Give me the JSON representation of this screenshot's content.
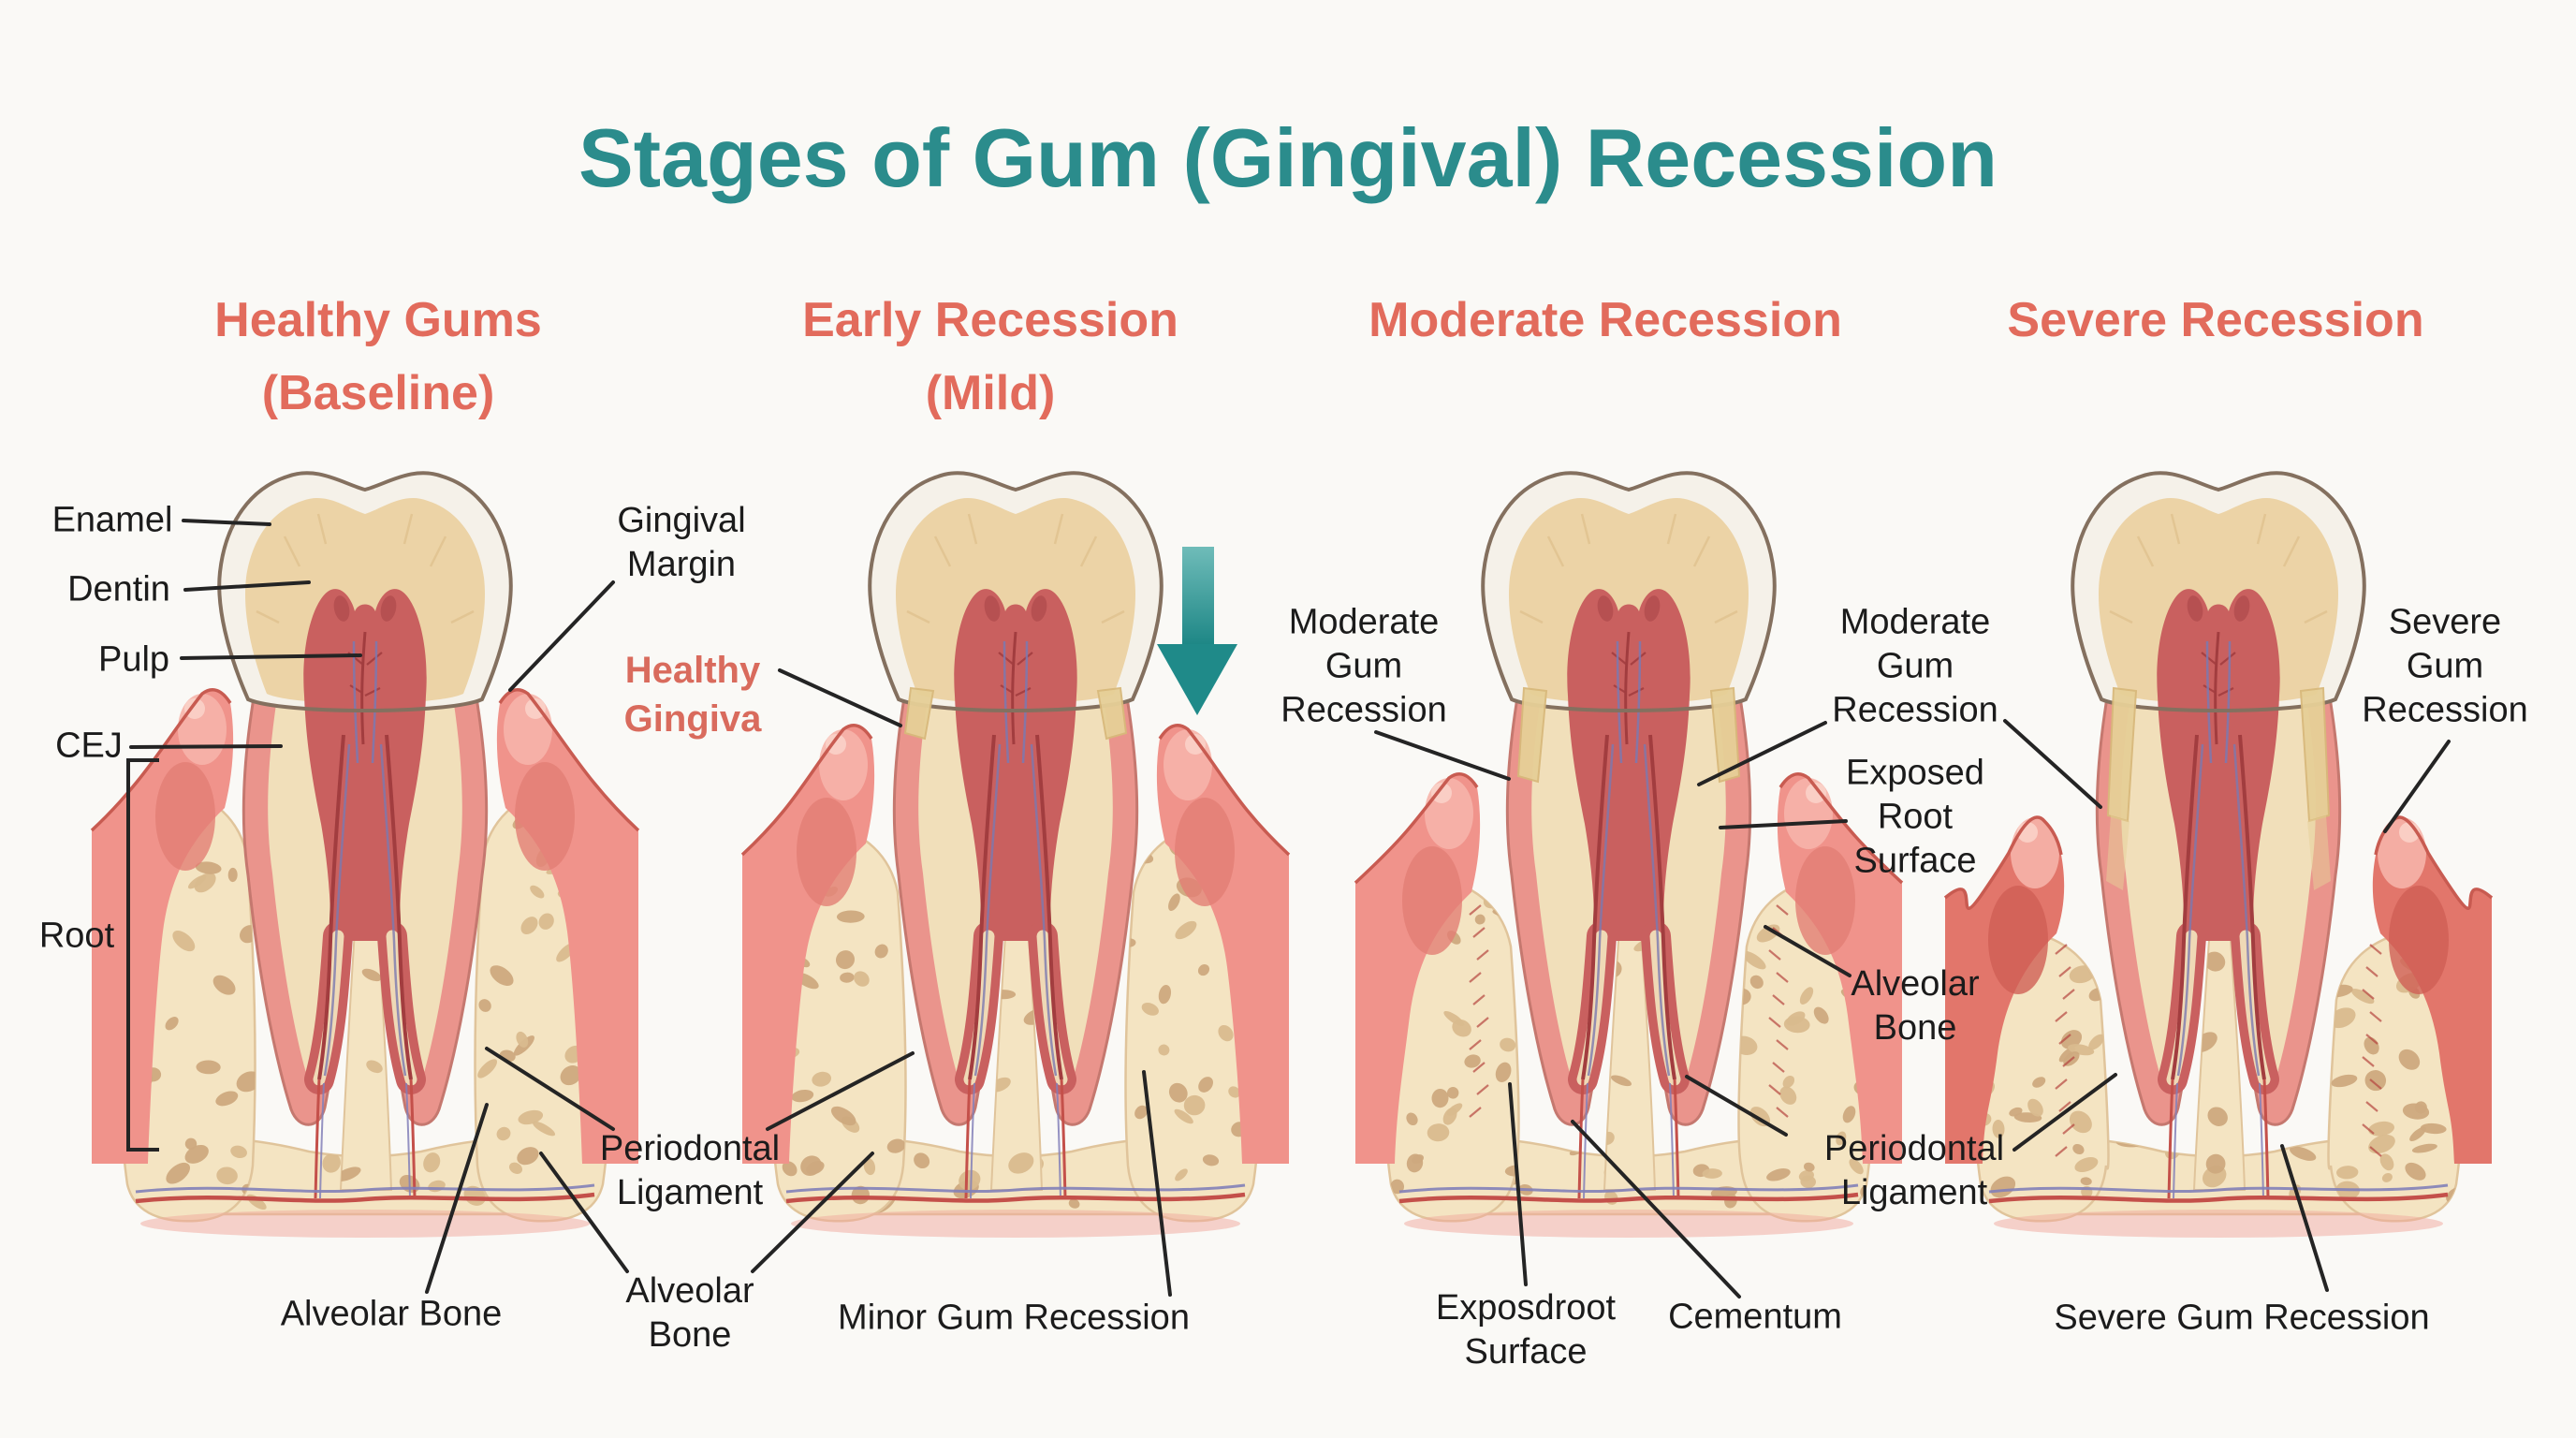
{
  "title": {
    "text": "Stages of Gum (Gingival) Recession"
  },
  "stage_headers": [
    {
      "line1": "Healthy Gums",
      "line2": "(Baseline)"
    },
    {
      "line1": "Early Recession",
      "line2": "(Mild)"
    },
    {
      "line1": "Moderate Recession",
      "line2": ""
    },
    {
      "line1": "Severe Recession",
      "line2": ""
    }
  ],
  "annotations": {
    "enamel": [
      "Enamel"
    ],
    "dentin": [
      "Dentin"
    ],
    "pulp": [
      "Pulp"
    ],
    "cej": [
      "CEJ"
    ],
    "root": [
      "Root"
    ],
    "gingival_margin": [
      "Gingival",
      "Margin"
    ],
    "healthy_gingiva": [
      "Healthy",
      "Gingiva"
    ],
    "periodontal_ligament_left": [
      "Periodontal",
      "Ligament"
    ],
    "alveolar_bone_center": [
      "Alveolar",
      "Bone"
    ],
    "alveolar_bone_left": [
      "Alveolar Bone"
    ],
    "minor_gum_recession": [
      "Minor Gum Recession"
    ],
    "moderate_gum_recession_left": [
      "Moderate",
      "Gum",
      "Recession"
    ],
    "moderate_gum_recession_right": [
      "Moderate",
      "Gum",
      "Recession"
    ],
    "exposed_root_surface_right": [
      "Exposed",
      "Root",
      "Surface"
    ],
    "alveolar_bone_right": [
      "Alveolar",
      "Bone"
    ],
    "exposdroot_surface_bottom": [
      "Exposdroot",
      "Surface"
    ],
    "cementum": [
      "Cementum"
    ],
    "periodontal_ligament_right": [
      "Periodontal",
      "Ligament"
    ],
    "severe_gum_recession_top": [
      "Severe",
      "Gum",
      "Recession"
    ],
    "severe_gum_recession_bottom": [
      "Severe Gum Recession"
    ]
  },
  "icons": {
    "recession_arrow": "teal-down-arrow"
  },
  "colors": {
    "background": "#FAF9F6",
    "title_teal": "#2B8C8C",
    "header_coral": "#E26B5C",
    "label_black": "#1B1B1B",
    "highlight_coral": "#D96B5D",
    "arrow_teal": "#2F9393",
    "gum_pink": "#F0938B",
    "severe_gum_red": "#E2766B",
    "bone_cream": "#F4E4C2",
    "dentin_tan": "#ECD3A6",
    "pulp_rose": "#C9605F",
    "enamel_white": "#F5F1E9",
    "exposed_root_yellow": "#E6CF97"
  }
}
